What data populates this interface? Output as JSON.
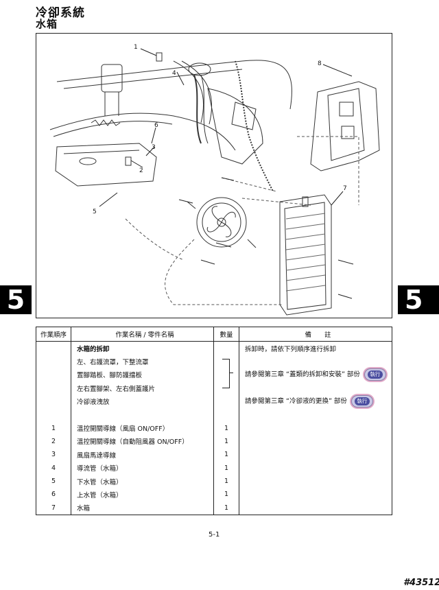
{
  "header": {
    "section": "冷卻系統",
    "subsection": "水箱"
  },
  "chapter_tab": {
    "left": "5",
    "right": "5"
  },
  "diagram": {
    "callouts": [
      "1",
      "2",
      "3",
      "4",
      "5",
      "6",
      "7",
      "8"
    ]
  },
  "table": {
    "headers": {
      "order": "作業順序",
      "name": "作業名稱 / 零件名稱",
      "qty": "數量",
      "notes": "備　　註"
    },
    "rows": [
      {
        "order": "",
        "name": "水箱的拆卸",
        "qty": "",
        "note": "拆卸時，請依下列順序進行拆卸",
        "bold": true
      },
      {
        "order": "",
        "name": "左、右護流罩，下整流罩",
        "qty": "",
        "note": ""
      },
      {
        "order": "",
        "name": "置腳踏板、腳防護擋板",
        "qty": "",
        "note": "請參閱第三章 “蓋類的拆卸和安裝” 部份",
        "button": "執行"
      },
      {
        "order": "",
        "name": "左右置腳架、左右側蓋護片",
        "qty": "",
        "note": ""
      },
      {
        "order": "",
        "name": "冷卻液洩放",
        "qty": "",
        "note": "請參閱第三章 “冷卻液的更換” 部份",
        "button": "執行"
      },
      {
        "order": "",
        "name": "",
        "qty": "",
        "note": ""
      },
      {
        "order": "1",
        "name": "溫控開關導線（風扇 ON/OFF）",
        "qty": "1",
        "note": ""
      },
      {
        "order": "2",
        "name": "溫控開關導線（自動阻風器 ON/OFF）",
        "qty": "1",
        "note": ""
      },
      {
        "order": "3",
        "name": "風扇馬達導線",
        "qty": "1",
        "note": ""
      },
      {
        "order": "4",
        "name": "導流管（水箱）",
        "qty": "1",
        "note": ""
      },
      {
        "order": "5",
        "name": "下水管（水箱）",
        "qty": "1",
        "note": ""
      },
      {
        "order": "6",
        "name": "上水管（水箱）",
        "qty": "1",
        "note": ""
      },
      {
        "order": "7",
        "name": "水箱",
        "qty": "1",
        "note": ""
      }
    ]
  },
  "footer": {
    "page": "5-1",
    "stamp": "#43512"
  }
}
